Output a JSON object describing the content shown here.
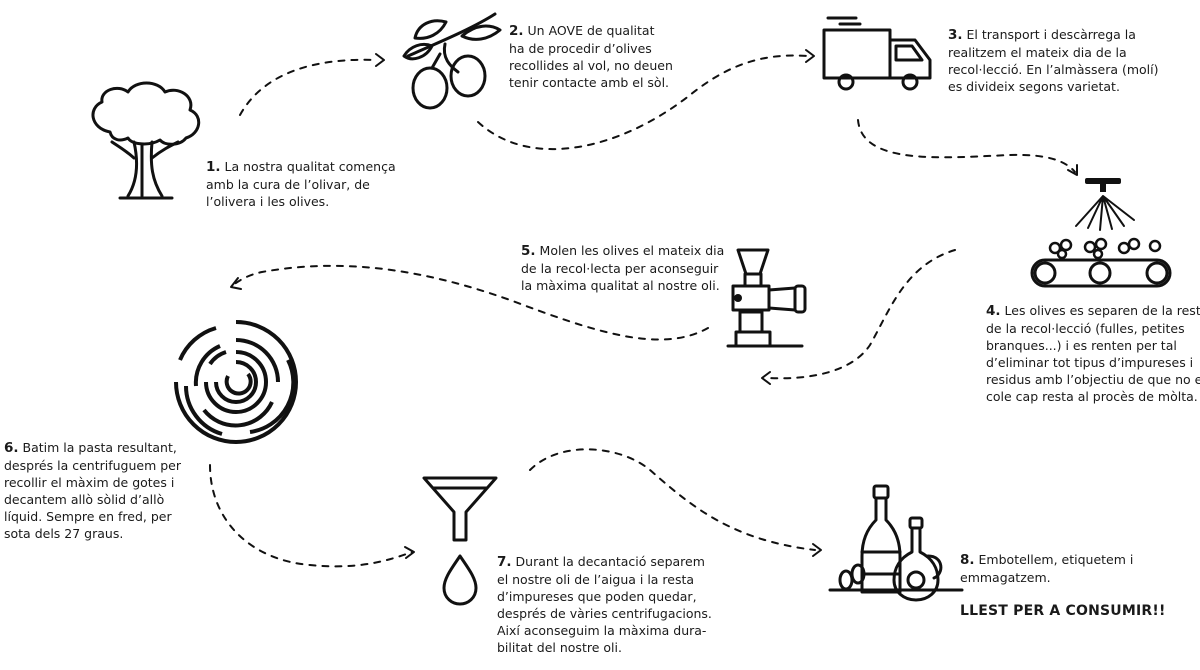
{
  "steps": [
    {
      "num": "1.",
      "lines": [
        "La nostra qualitat comença",
        "amb la cura de l’olivar, de",
        "l’olivera i les olives."
      ]
    },
    {
      "num": "2.",
      "lines": [
        "Un AOVE de qualitat",
        "ha de procedir d’olives",
        "recollides al vol, no deuen",
        "tenir contacte amb el sòl."
      ]
    },
    {
      "num": "3.",
      "lines": [
        "El transport i descàrrega la",
        "realitzem el mateix dia de la",
        "recol·lecció. En l’almàssera (molí)",
        "es divideix segons varietat."
      ]
    },
    {
      "num": "4.",
      "lines": [
        "Les olives es separen de la resta",
        "de la recol·lecció (fulles, petites",
        "branques...) i es renten per tal",
        "d’eliminar tot tipus d’impureses i",
        "residus amb l’objectiu de que no es",
        "cole cap resta al procès de mòlta."
      ]
    },
    {
      "num": "5.",
      "lines": [
        "Molen les olives el mateix dia",
        "de la recol·lecta per aconseguir",
        "la màxima qualitat al nostre oli."
      ]
    },
    {
      "num": "6.",
      "lines": [
        "Batim la pasta resultant,",
        "després la centrifuguem per",
        "recollir el màxim de gotes i",
        "decantem allò sòlid d’allò",
        "líquid. Sempre en fred, per",
        "sota dels 27 graus."
      ]
    },
    {
      "num": "7.",
      "lines": [
        "Durant la decantació separem",
        "el nostre oli de l’aigua i la resta",
        "d’impureses que poden quedar,",
        "després de vàries centrifugacions.",
        "Així aconseguim la màxima dura-",
        "bilitat del nostre oli."
      ]
    },
    {
      "num": "8.",
      "lines": [
        "Embotellem, etiquetem i",
        "emmagatzem."
      ]
    }
  ],
  "final_label": "LLEST PER A CONSUMIR!!",
  "icons": [
    "olive-tree-icon",
    "olive-branch-icon",
    "delivery-truck-icon",
    "washing-conveyor-icon",
    "olive-mill-icon",
    "centrifuge-spiral-icon",
    "funnel-drop-icon",
    "oil-bottles-icon"
  ],
  "colors": {
    "ink": "#111111",
    "background": "#ffffff"
  }
}
